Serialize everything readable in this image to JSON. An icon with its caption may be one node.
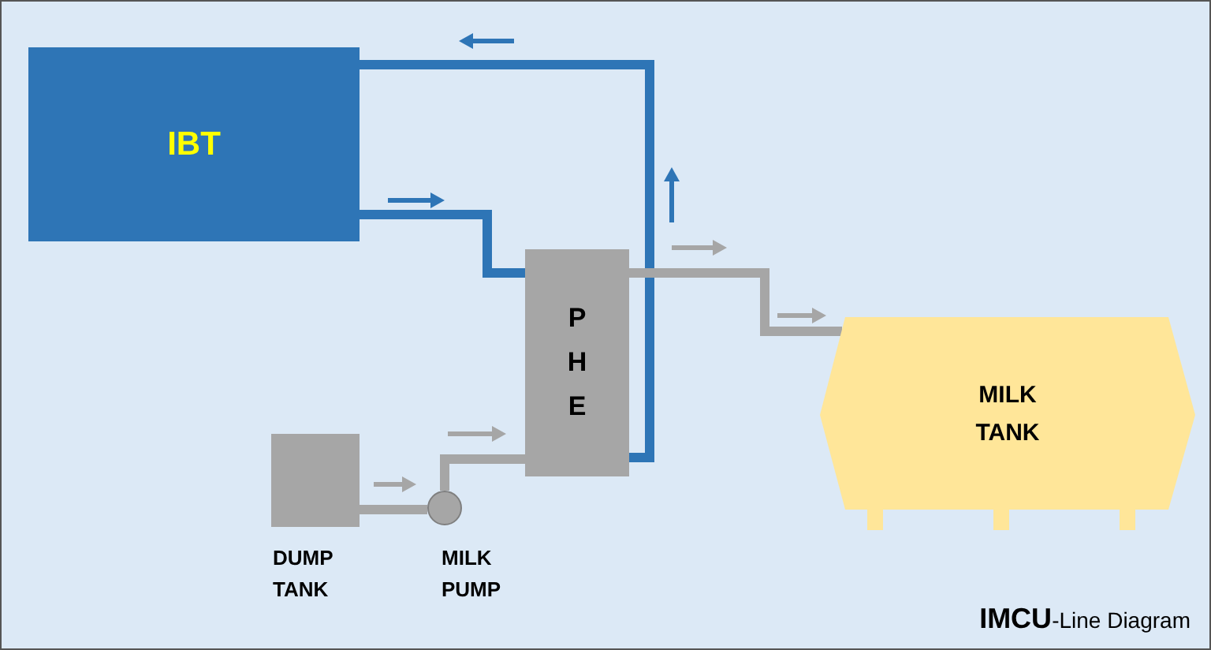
{
  "diagram": {
    "nodes": [
      {
        "text": [
          "IBT"
        ]
      },
      {
        "text": [
          "P H E"
        ]
      },
      {
        "text": [
          "MILK TANK"
        ]
      },
      {
        "text": [],
        "shape": "box",
        "beside": [
          "DUMP TANK"
        ]
      },
      {
        "text": [],
        "shape": "circle",
        "beside": [
          "MILK PUMP"
        ]
      }
    ],
    "edges": [
      {
        "from": 0,
        "to": 1,
        "arrow": "none",
        "color": "#2e75b6"
      },
      {
        "from": 1,
        "to": 0,
        "arrow": "none",
        "color": "#2e75b6"
      },
      {
        "from": 1,
        "to": 2,
        "arrow": "none"
      },
      {
        "from": 3,
        "to": 4,
        "arrow": "none"
      },
      {
        "from": 4,
        "to": 1,
        "arrow": "none"
      }
    ],
    "labels": [
      "**IMCU**-Line Diagram"
    ]
  }
}
